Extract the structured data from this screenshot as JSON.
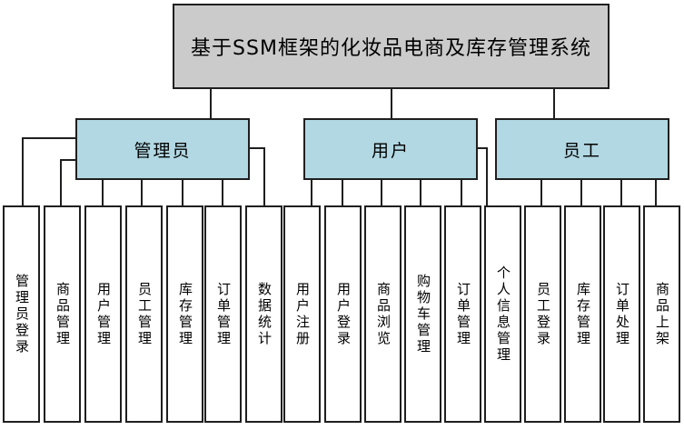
{
  "title": "基于SSM框架的化妆品电商及库存管理系统",
  "groups": [
    {
      "label": "管理员",
      "children": [
        "管理员登录",
        "商品管理",
        "用户管理",
        "员工管理",
        "库存管理",
        "订单管理",
        "数据统计"
      ]
    },
    {
      "label": "用户",
      "children": [
        "用户注册",
        "用户登录",
        "商品浏览",
        "购物车管理",
        "订单管理",
        "个人信息管理"
      ]
    },
    {
      "label": "员工",
      "children": [
        "员工登录",
        "库存管理",
        "订单处理",
        "商品上架"
      ]
    }
  ],
  "leaves": [
    "管理员登录",
    "商品管理",
    "用户管理",
    "员工管理",
    "库存管理",
    "订单管理",
    "数据统计",
    "用户注册",
    "用户登录",
    "商品浏览",
    "购物车管理",
    "订单管理",
    "个人信息管理",
    "员工登录",
    "库存管理",
    "订单处理",
    "商品上架"
  ],
  "colors": {
    "title_bg": "#cbcbcb",
    "group_bg": "#b2d8e3",
    "leaf_bg": "#ffffff",
    "line": "#1f1f1f"
  }
}
